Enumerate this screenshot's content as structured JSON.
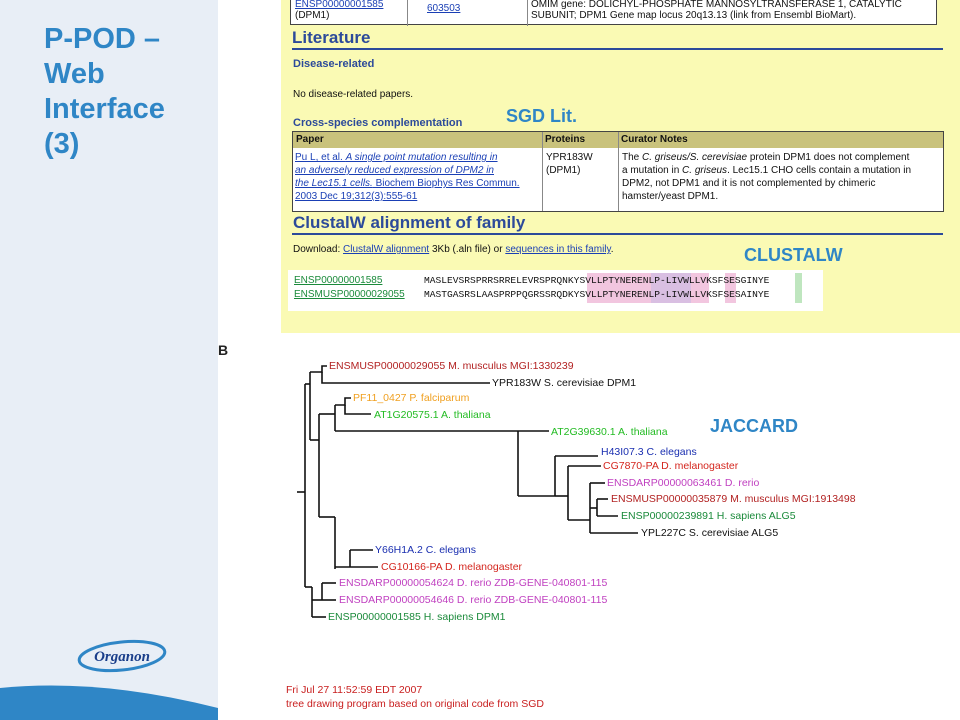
{
  "slide": {
    "title_lines": [
      "P-POD –",
      "Web",
      "Interface",
      "(3)"
    ],
    "logo_text": "Organon"
  },
  "panel": {
    "top_table": {
      "row1_id": "ENSP00000001585",
      "row1_sub": "(DPM1)",
      "row1_omim": "603503",
      "row1_desc_line1": "OMIM gene: DOLICHYL-PHOSPHATE MANNOSYLTRANSFERASE 1, CATALYTIC",
      "row1_desc_line2": "SUBUNIT; DPM1 Gene map locus 20q13.13 (link from Ensembl BioMart)."
    },
    "literature_heading": "Literature",
    "disease_related_heading": "Disease-related",
    "disease_related_text": "No disease-related papers.",
    "cross_species_heading": "Cross-species complementation",
    "comp_table": {
      "headers": [
        "Paper",
        "Proteins",
        "Curator Notes"
      ],
      "paper_lines": [
        {
          "plain": "Pu L, et al. ",
          "italic": "A single point mutation resulting in"
        },
        {
          "plain": "",
          "italic": "an adversely reduced expression of DPM2 in"
        },
        {
          "plain": "",
          "italic": "the Lec15.1 cells.",
          "after": " Biochem Biophys Res Commun."
        },
        {
          "plain": "2003 Dec 19;312(3):555-61",
          "italic": ""
        }
      ],
      "proteins_lines": [
        "YPR183W",
        "(DPM1)"
      ],
      "notes_lines": [
        {
          "before": "The ",
          "italic": "C. griseus/S. cerevisiae",
          "after": " protein DPM1 does not complement"
        },
        {
          "before": "a mutation in ",
          "italic": "C. griseus",
          "after": ". Lec15.1 CHO cells contain a mutation in"
        },
        {
          "before": "DPM2, not DPM1 and it is not complemented by chimeric",
          "italic": "",
          "after": ""
        },
        {
          "before": "hamster/yeast DPM1.",
          "italic": "",
          "after": ""
        }
      ]
    },
    "clustalw_heading": "ClustalW alignment of family",
    "download": {
      "prefix": "Download: ",
      "link1": "ClustalW alignment",
      "middle": " 3Kb (.aln file) or ",
      "link2": "sequences in this family",
      "suffix": "."
    },
    "alignment": [
      {
        "id": "ENSP00000001585",
        "seq": "MASLEVSRSPRRSRRELEVRSPRQNKYSVLLPTYNERENLP-LIVWLLVKSFSESGINYE"
      },
      {
        "id": "ENSMUSP00000029055",
        "seq": "MASTGASRSLAASPRPPQGRSSRQDKYSVLLPTYNERENLP-LIVWLLVKSFSESAINYE"
      }
    ]
  },
  "callouts": {
    "sgd": "SGD Lit.",
    "clustalw": "CLUSTALW",
    "jaccard": "JACCARD"
  },
  "figure_label": "B",
  "tree_leaves": [
    {
      "text": "ENSMUSP00000029055 M. musculus MGI:1330239",
      "color": "#b22222"
    },
    {
      "text": "YPR183W S. cerevisiae DPM1",
      "color": "#111111"
    },
    {
      "text": "PF11_0427 P. falciparum",
      "color": "#f0a020"
    },
    {
      "text": "AT1G20575.1 A. thaliana",
      "color": "#22bb22"
    },
    {
      "text": "AT2G39630.1 A. thaliana",
      "color": "#22bb22"
    },
    {
      "text": "H43I07.3 C. elegans",
      "color": "#1a2fb0"
    },
    {
      "text": "CG7870-PA D. melanogaster",
      "color": "#d4261e"
    },
    {
      "text": "ENSDARP00000063461 D. rerio",
      "color": "#c040c0"
    },
    {
      "text": "ENSMUSP00000035879 M. musculus MGI:1913498",
      "color": "#b22222"
    },
    {
      "text": "ENSP00000239891 H. sapiens ALG5",
      "color": "#1a8a3a"
    },
    {
      "text": "YPL227C S. cerevisiae ALG5",
      "color": "#111111"
    },
    {
      "text": "Y66H1A.2 C. elegans",
      "color": "#1a2fb0"
    },
    {
      "text": "CG10166-PA D. melanogaster",
      "color": "#d4261e"
    },
    {
      "text": "ENSDARP00000054624 D. rerio ZDB-GENE-040801-115",
      "color": "#c040c0"
    },
    {
      "text": "ENSDARP00000054646 D. rerio ZDB-GENE-040801-115",
      "color": "#c040c0"
    },
    {
      "text": "ENSP00000001585 H. sapiens DPM1",
      "color": "#1a8a3a"
    }
  ],
  "footer": {
    "line1": "Fri Jul 27 11:52:59 EDT 2007",
    "line2": "tree drawing program based on original code from SGD"
  },
  "colors": {
    "accent": "#2f86c6",
    "panel_bg": "#fafab4",
    "header_bg": "#c9c27c",
    "heading_blue": "#2c4a9a",
    "footer_red": "#c81e1e"
  }
}
